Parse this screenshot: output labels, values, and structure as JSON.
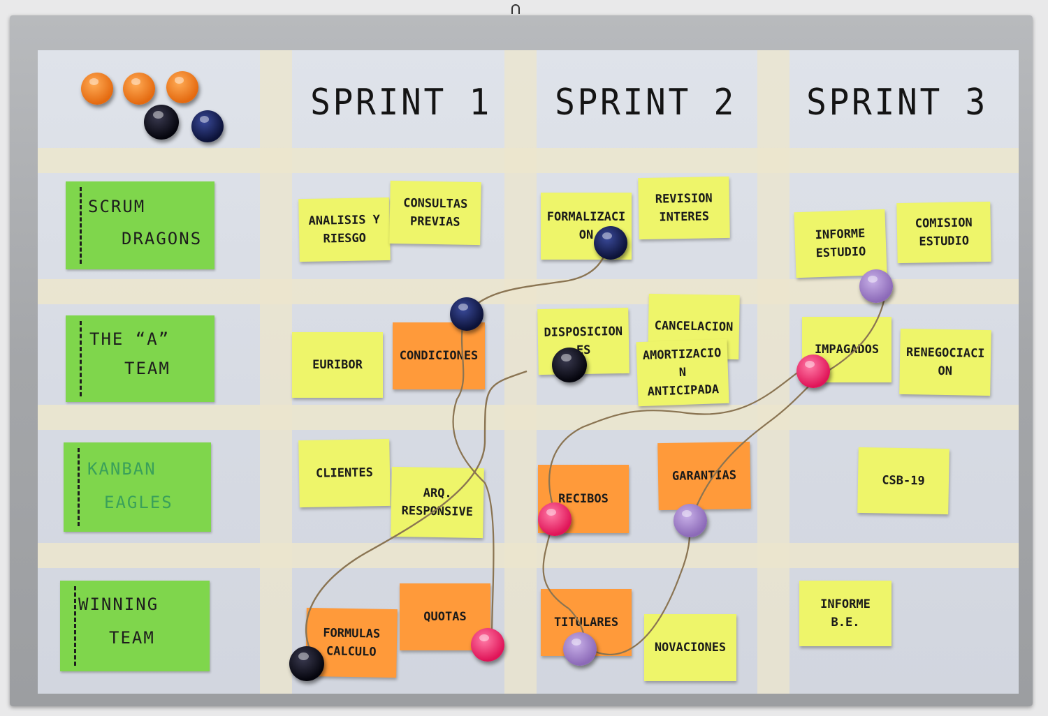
{
  "sprints": [
    "SPRINT 1",
    "SPRINT 2",
    "SPRINT 3"
  ],
  "teams": [
    {
      "line1": "SCRUM",
      "line2": "DRAGONS"
    },
    {
      "line1": "THE “A”",
      "line2": "TEAM"
    },
    {
      "line1": "KANBAN",
      "line2": "EAGLES"
    },
    {
      "line1": "WINNING",
      "line2": "TEAM"
    }
  ],
  "stickies": {
    "analisis": "ANALISIS Y RIESGO",
    "consultas": "CONSULTAS PREVIAS",
    "formalizacion": "FORMALIZACION",
    "revision": "REVISION INTERES",
    "informe_estudio": "INFORME ESTUDIO",
    "comision": "COMISION ESTUDIO",
    "euribor": "EURIBOR",
    "condiciones": "CONDICIONES",
    "disposiciones": "DISPOSICIONES",
    "cancelacion": "CANCELACION",
    "amortizacion": "AMORTIZACION ANTICIPADA",
    "impagados": "IMPAGADOS",
    "renegociacion": "RENEGOCIACION",
    "clientes": "CLIENTES",
    "arq": "ARQ. RESPONSIVE",
    "recibos": "RECIBOS",
    "garantias": "GARANTIAS",
    "csb": "CSB-19",
    "formulas": "FORMULAS CALCULO",
    "quotas": "QUOTAS",
    "titulares": "TITULARES",
    "novaciones": "NOVACIONES",
    "informe_be": "INFORME B.E."
  },
  "colors": {
    "team_green": "#7fd64c",
    "sticky_yellow": "#eef56a",
    "sticky_orange": "#ff9a3a",
    "string": "#8a7452"
  }
}
